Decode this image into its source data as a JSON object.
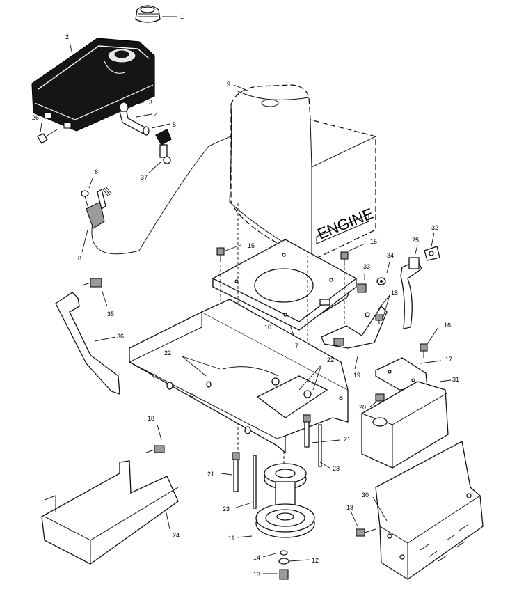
{
  "diagram": {
    "engine_text": "ENGINE",
    "callouts": [
      "1",
      "2",
      "3",
      "4",
      "5",
      "26",
      "37",
      "6",
      "8",
      "9",
      "15",
      "15",
      "33",
      "34",
      "25",
      "32",
      "15",
      "35",
      "36",
      "10",
      "7",
      "22",
      "22",
      "19",
      "16",
      "17",
      "31",
      "20",
      "18",
      "21",
      "23",
      "21",
      "23",
      "24",
      "11",
      "14",
      "12",
      "13",
      "30",
      "18"
    ]
  }
}
